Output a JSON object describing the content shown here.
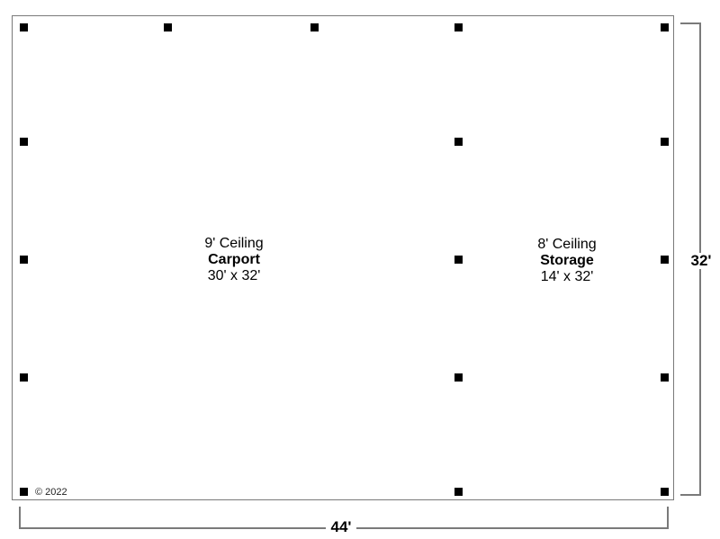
{
  "plan": {
    "rooms": [
      {
        "ceiling": "9' Ceiling",
        "name": "Carport",
        "size": "30' x 32'"
      },
      {
        "ceiling": "8' Ceiling",
        "name": "Storage",
        "size": "14' x 32'"
      }
    ],
    "dimensions": {
      "width": "44'",
      "depth": "32'"
    },
    "copyright": "© 2022",
    "colors": {
      "wall": "#7a7a7a",
      "post": "#000000",
      "background": "#ffffff"
    }
  }
}
